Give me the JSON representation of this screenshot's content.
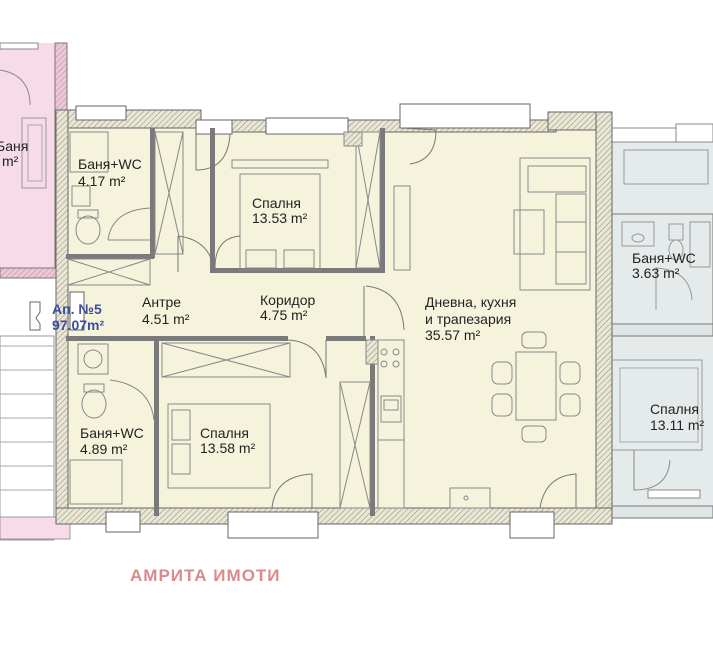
{
  "colors": {
    "apartment_fill": "#f6f3dc",
    "neighbor_left_fill": "#f7dbe8",
    "neighbor_right_fill": "#e4ebea",
    "wall": "#6b6b6b",
    "apartment_label": "#3a4fa0",
    "watermark": "#d98b8b"
  },
  "apartment": {
    "number": "Ап. №5",
    "area": "97.07m²"
  },
  "rooms": {
    "bath1": {
      "name": "Баня+WC",
      "area": "4.17 m²"
    },
    "bed1": {
      "name": "Спалня",
      "area": "13.53 m²"
    },
    "entry": {
      "name": "Антре",
      "area": "4.51 m²"
    },
    "corr": {
      "name": "Коридор",
      "area": "4.75 m²"
    },
    "living1": {
      "name": "Дневна, кухня",
      "living2": "и трапезария",
      "area": "35.57 m²"
    },
    "bath2": {
      "name": "Баня+WC",
      "area": "4.89 m²"
    },
    "bed2": {
      "name": "Спалня",
      "area": "13.58 m²"
    },
    "rbath": {
      "name": "Баня+WC",
      "area": "3.63 m²"
    },
    "rbed": {
      "name": "Спалня",
      "area": "13.11 m²"
    },
    "lroom": {
      "name": "Баня",
      "area": "m²"
    }
  },
  "watermark": "АМРИТА ИМОТИ",
  "icons": [
    "shower-icon",
    "toilet-icon",
    "washbasin-icon",
    "washing-machine-icon",
    "sofa-icon",
    "bed-icon",
    "dining-table-icon",
    "kitchen-counter-icon",
    "door-swing-icon",
    "wardrobe-icon"
  ]
}
